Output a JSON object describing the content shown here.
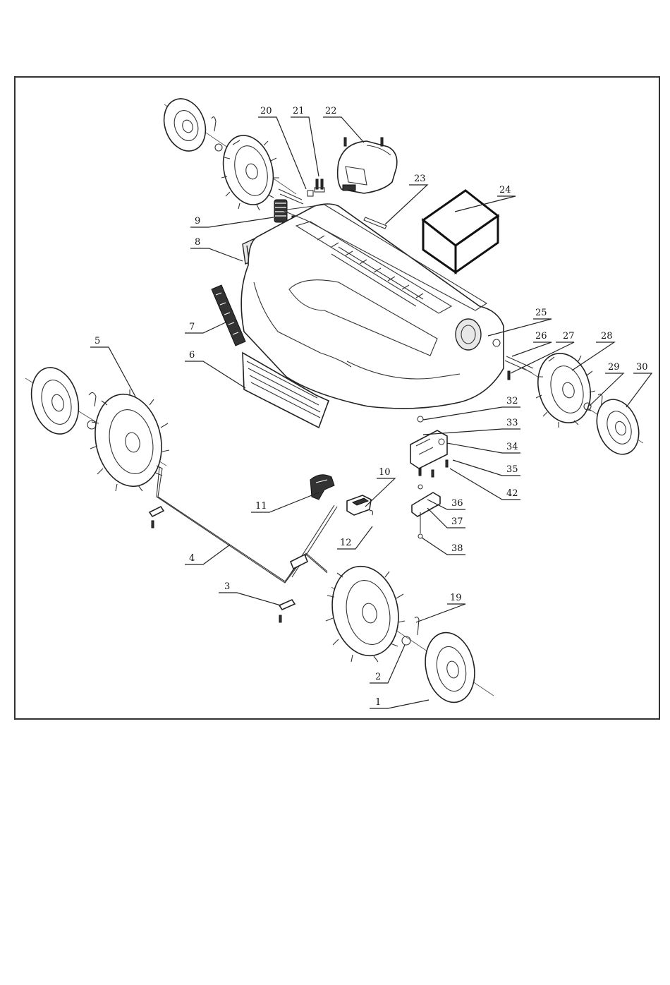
{
  "figure": {
    "callouts": [
      {
        "id": "c1",
        "label": "1"
      },
      {
        "id": "c2",
        "label": "2"
      },
      {
        "id": "c3",
        "label": "3"
      },
      {
        "id": "c4",
        "label": "4"
      },
      {
        "id": "c5",
        "label": "5"
      },
      {
        "id": "c6",
        "label": "6"
      },
      {
        "id": "c7",
        "label": "7"
      },
      {
        "id": "c8",
        "label": "8"
      },
      {
        "id": "c9",
        "label": "9"
      },
      {
        "id": "c10",
        "label": "10"
      },
      {
        "id": "c11",
        "label": "11"
      },
      {
        "id": "c12",
        "label": "12"
      },
      {
        "id": "c19",
        "label": "19"
      },
      {
        "id": "c20",
        "label": "20"
      },
      {
        "id": "c21",
        "label": "21"
      },
      {
        "id": "c22",
        "label": "22"
      },
      {
        "id": "c23",
        "label": "23"
      },
      {
        "id": "c24",
        "label": "24"
      },
      {
        "id": "c25",
        "label": "25"
      },
      {
        "id": "c26",
        "label": "26"
      },
      {
        "id": "c27",
        "label": "27"
      },
      {
        "id": "c28",
        "label": "28"
      },
      {
        "id": "c29",
        "label": "29"
      },
      {
        "id": "c30",
        "label": "30"
      },
      {
        "id": "c32",
        "label": "32"
      },
      {
        "id": "c33",
        "label": "33"
      },
      {
        "id": "c34",
        "label": "34"
      },
      {
        "id": "c35",
        "label": "35"
      },
      {
        "id": "c36",
        "label": "36"
      },
      {
        "id": "c37",
        "label": "37"
      },
      {
        "id": "c38",
        "label": "38"
      },
      {
        "id": "c42",
        "label": "42"
      }
    ]
  }
}
